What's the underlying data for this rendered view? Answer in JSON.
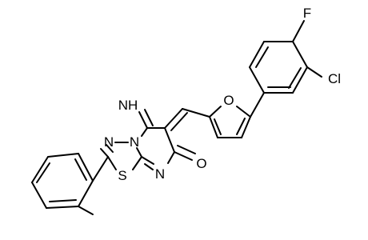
{
  "molecule": {
    "atoms": {
      "imine": "NH",
      "triazole_n1": "N",
      "triazole_n2": "N",
      "thiadiazole_s": "S",
      "pyrimidine_n": "N",
      "carbonyl_o": "O",
      "furan_o": "O",
      "fluorine": "F",
      "chlorine": "Cl"
    }
  }
}
